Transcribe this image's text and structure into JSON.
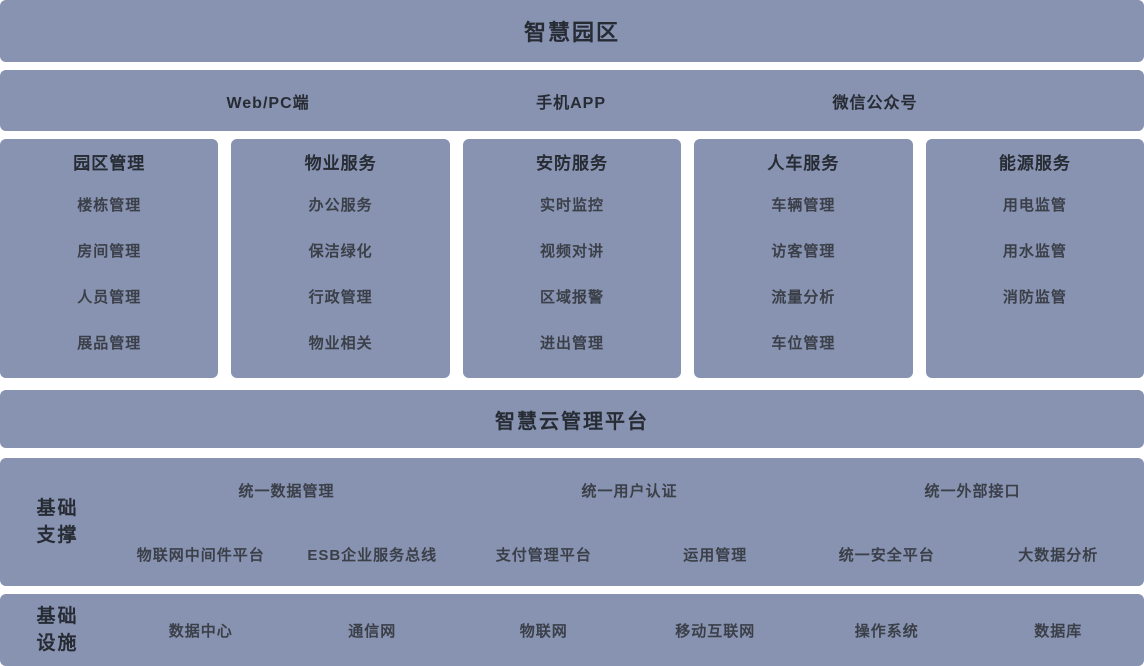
{
  "colors": {
    "panel": "#8793B1",
    "page_bg": "#ffffff",
    "heading_text": "#272b33",
    "item_text": "#3b3f48"
  },
  "top_banner": {
    "title": "智慧园区"
  },
  "channels": {
    "items": [
      {
        "label": "Web/PC端"
      },
      {
        "label": "手机APP"
      },
      {
        "label": "微信公众号"
      }
    ]
  },
  "service_columns": [
    {
      "title": "园区管理",
      "items": [
        "楼栋管理",
        "房间管理",
        "人员管理",
        "展品管理"
      ]
    },
    {
      "title": "物业服务",
      "items": [
        "办公服务",
        "保洁绿化",
        "行政管理",
        "物业相关"
      ]
    },
    {
      "title": "安防服务",
      "items": [
        "实时监控",
        "视频对讲",
        "区域报警",
        "进出管理"
      ]
    },
    {
      "title": "人车服务",
      "items": [
        "车辆管理",
        "访客管理",
        "流量分析",
        "车位管理"
      ]
    },
    {
      "title": "能源服务",
      "items": [
        "用电监管",
        "用水监管",
        "消防监管"
      ]
    }
  ],
  "platform_banner": {
    "title": "智慧云管理平台"
  },
  "support_section": {
    "label_lines": [
      "基础",
      "支撑"
    ],
    "row1": [
      "统一数据管理",
      "统一用户认证",
      "统一外部接口"
    ],
    "row2": [
      "物联网中间件平台",
      "ESB企业服务总线",
      "支付管理平台",
      "运用管理",
      "统一安全平台",
      "大数据分析"
    ]
  },
  "infrastructure_section": {
    "label_lines": [
      "基础",
      "设施"
    ],
    "items": [
      "数据中心",
      "通信网",
      "物联网",
      "移动互联网",
      "操作系统",
      "数据库"
    ]
  }
}
